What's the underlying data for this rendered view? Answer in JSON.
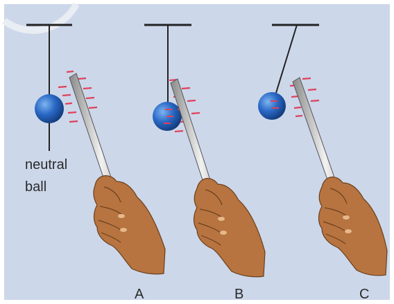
{
  "diagram": {
    "caption_line1": "neutral",
    "caption_line2": "ball",
    "panels": [
      {
        "label": "A"
      },
      {
        "label": "B"
      },
      {
        "label": "C"
      }
    ],
    "colors": {
      "background": "#ccd7ea",
      "ball": "#2a69c6",
      "charge": "#e0405a",
      "skin": "#b77440",
      "rod": "#cfcfcf"
    }
  }
}
